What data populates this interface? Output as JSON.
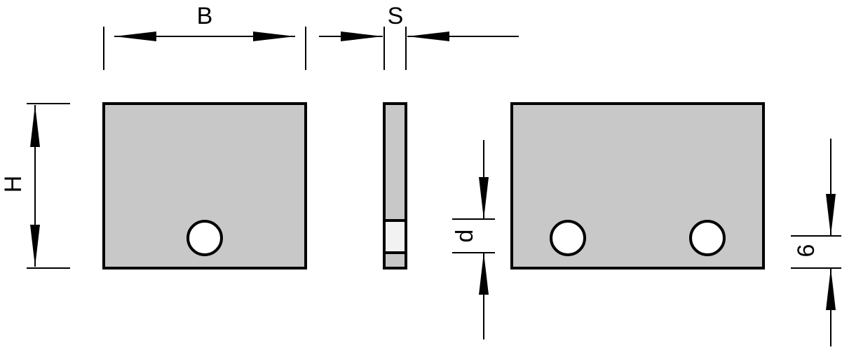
{
  "labels": {
    "width": "B",
    "thickness": "S",
    "height": "H",
    "hole_diameter": "d",
    "hole_offset": "6"
  },
  "colors": {
    "plate_fill": "#c8c8c8",
    "hole_section_fill": "#f2f2f2",
    "stroke": "#000000"
  }
}
